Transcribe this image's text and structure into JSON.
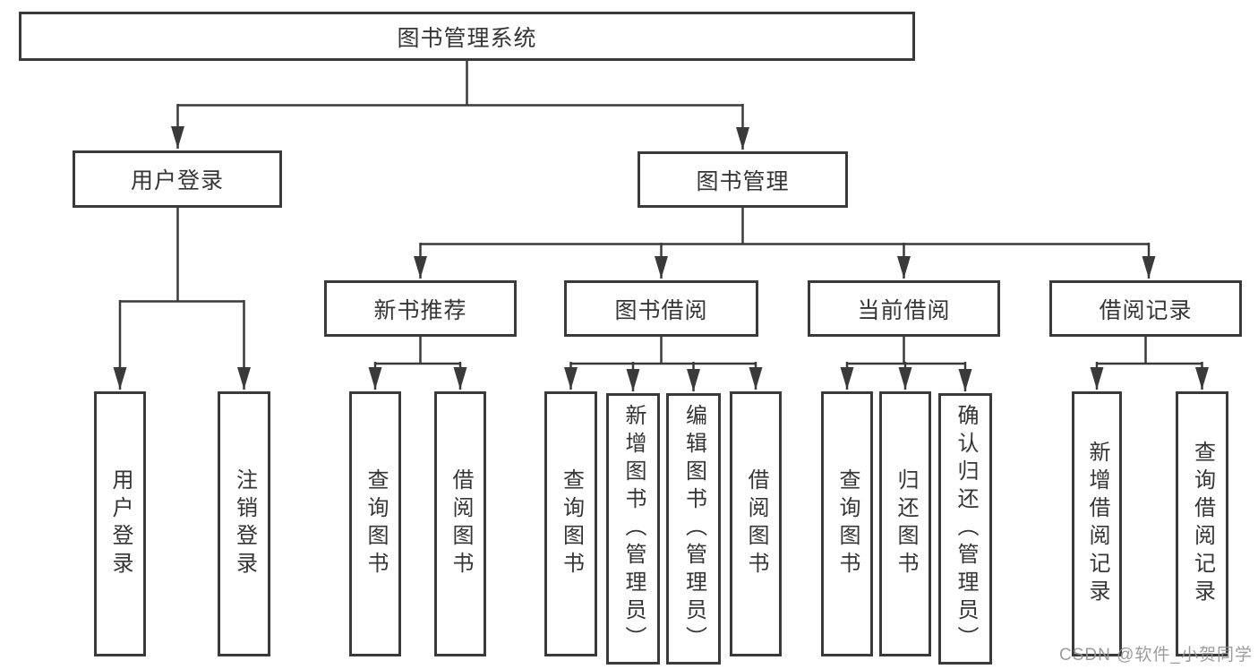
{
  "diagram": {
    "root": "图书管理系统",
    "branches": [
      {
        "label": "用户登录",
        "children": [
          {
            "label": "用户登录"
          },
          {
            "label": "注销登录"
          }
        ]
      },
      {
        "label": "图书管理",
        "children": [
          {
            "label": "新书推荐",
            "children": [
              {
                "label": "查询图书"
              },
              {
                "label": "借阅图书"
              }
            ]
          },
          {
            "label": "图书借阅",
            "children": [
              {
                "label": "查询图书"
              },
              {
                "label": "新增图书（管理员）"
              },
              {
                "label": "编辑图书（管理员）"
              },
              {
                "label": "借阅图书"
              }
            ]
          },
          {
            "label": "当前借阅",
            "children": [
              {
                "label": "查询图书"
              },
              {
                "label": "归还图书"
              },
              {
                "label": "确认归还（管理员）"
              }
            ]
          },
          {
            "label": "借阅记录",
            "children": [
              {
                "label": "新增借阅记录"
              },
              {
                "label": "查询借阅记录"
              }
            ]
          }
        ]
      }
    ]
  },
  "watermark": "CSDN @软件_小贺同学",
  "colors": {
    "line": "#3a3a3a",
    "text": "#353535",
    "box_background": "#ffffff",
    "watermark": "#949494"
  }
}
